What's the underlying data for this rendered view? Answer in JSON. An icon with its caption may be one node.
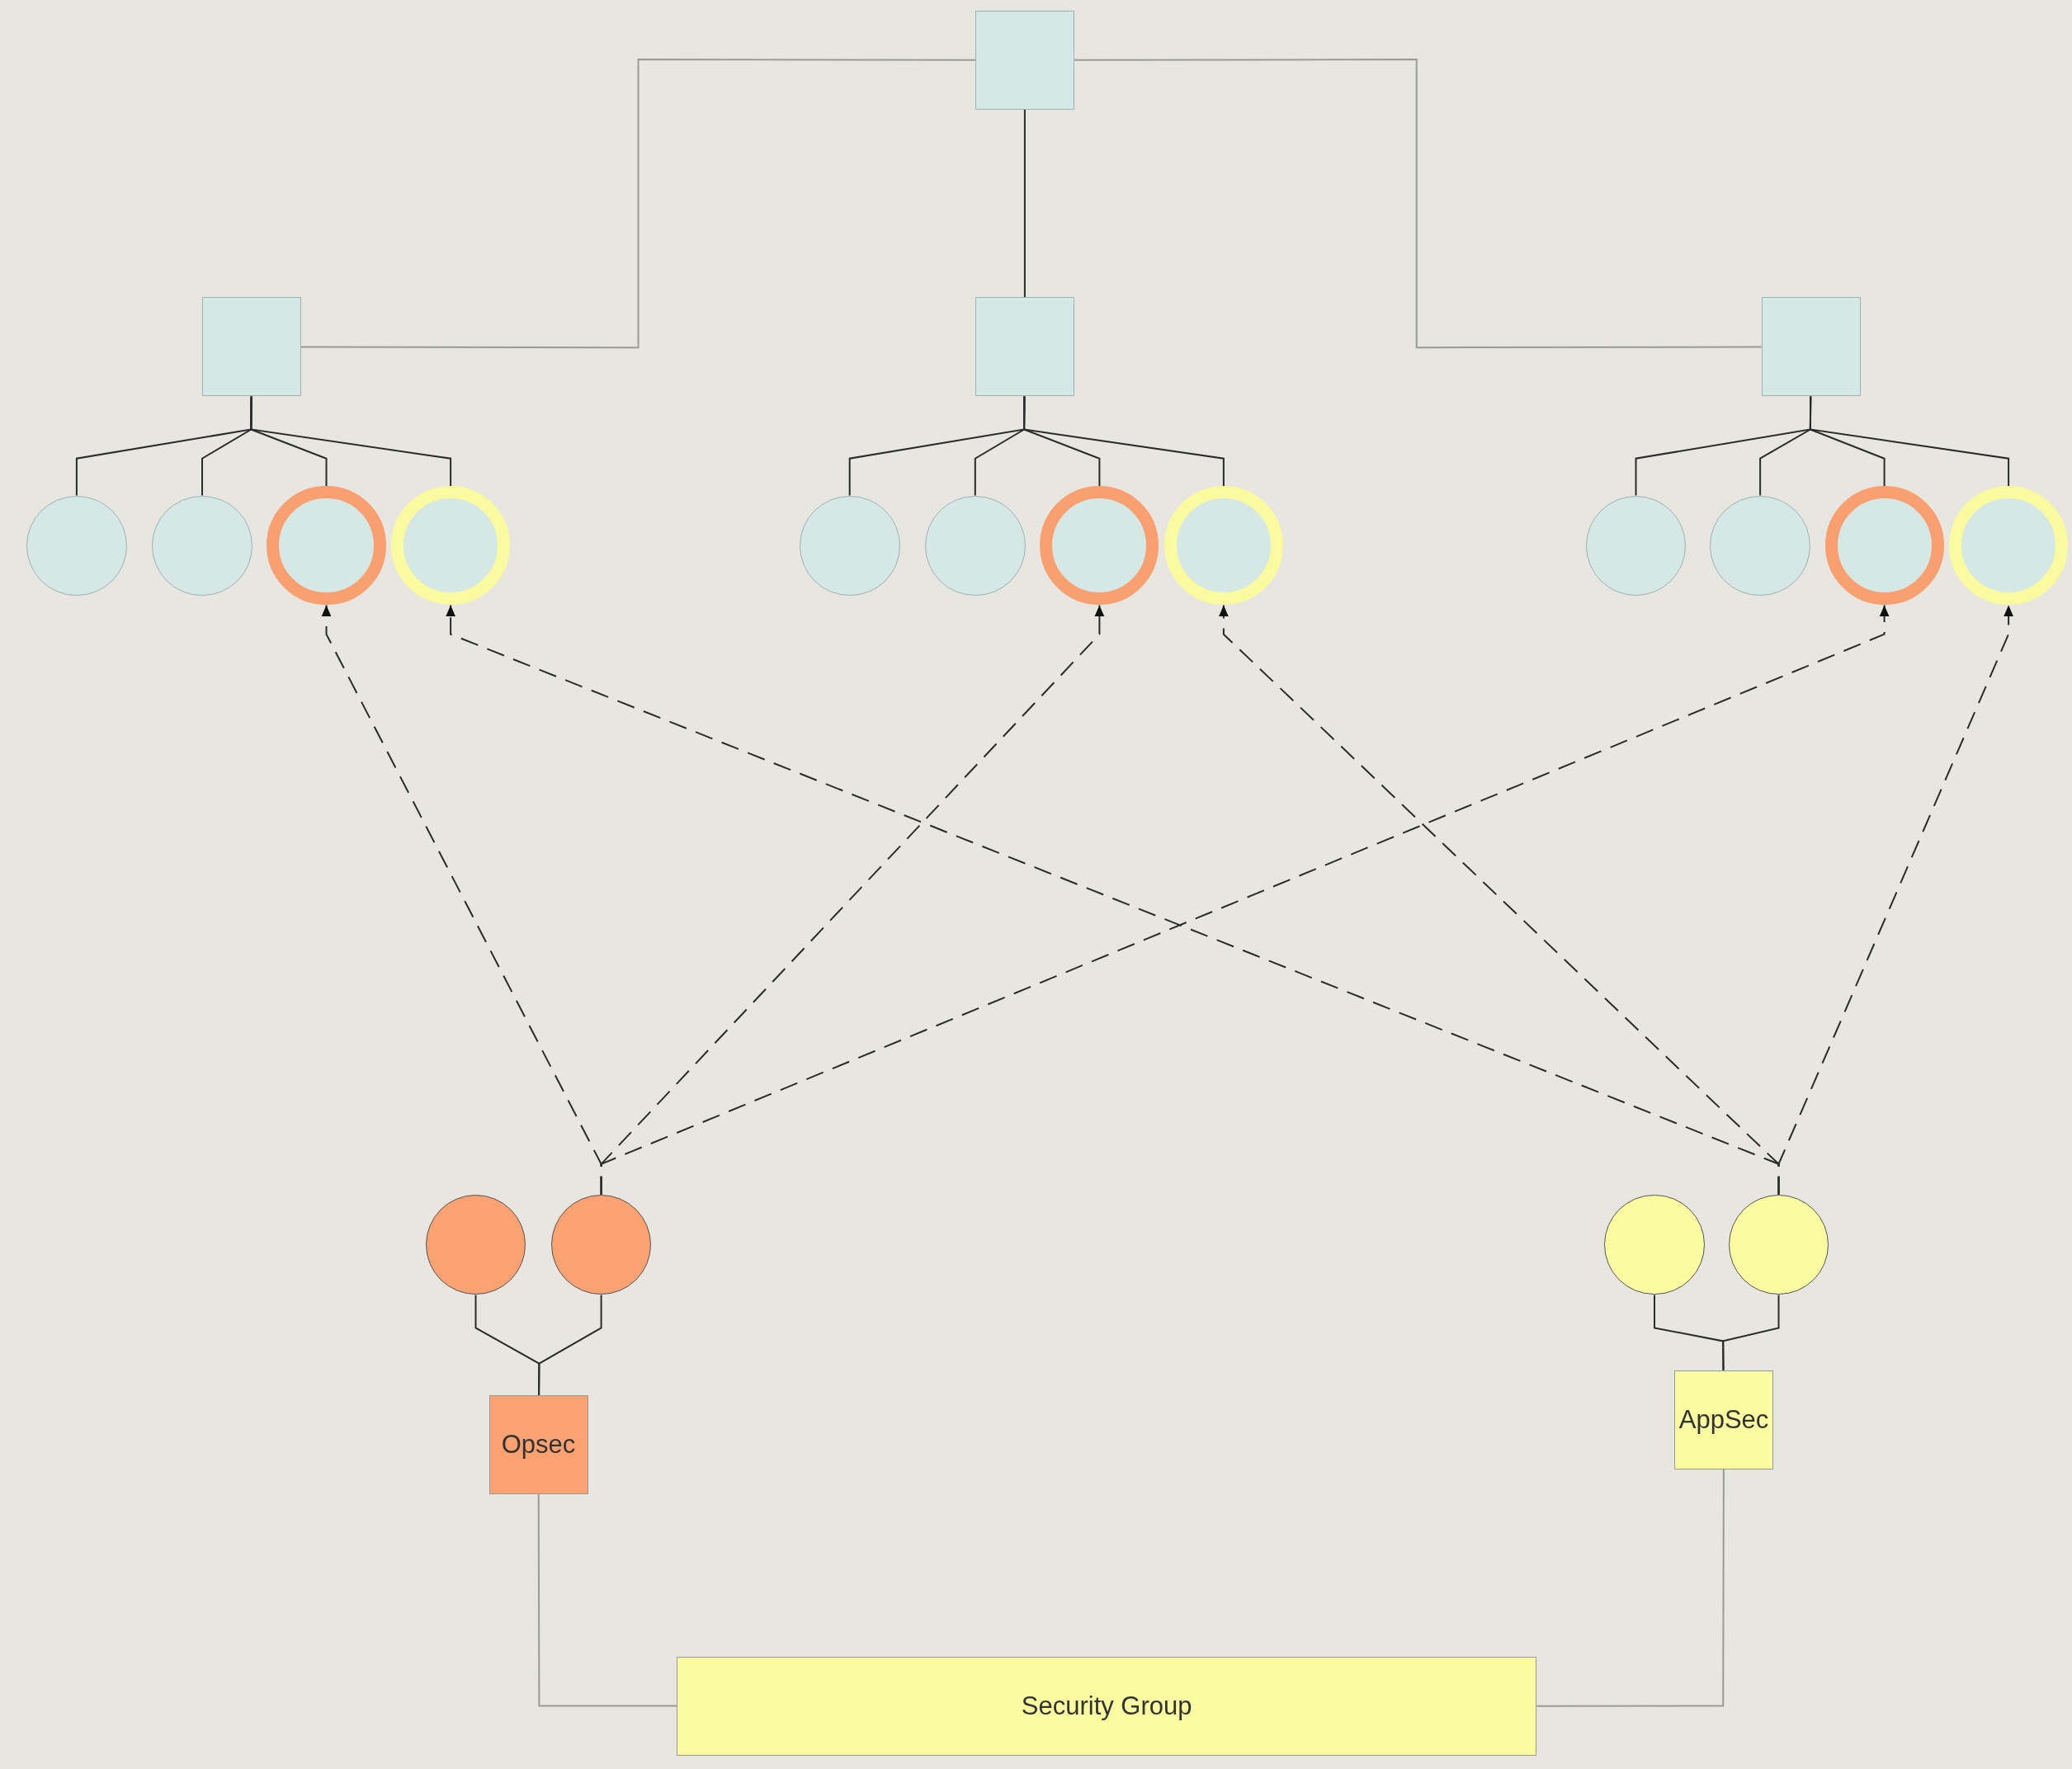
{
  "diagram": {
    "nodes": [
      {
        "text": [],
        "shape": "box"
      },
      {
        "text": [],
        "shape": "box"
      },
      {
        "text": [],
        "shape": "box"
      },
      {
        "text": [],
        "shape": "box"
      },
      {
        "text": [],
        "shape": "circle"
      },
      {
        "text": [],
        "shape": "circle"
      },
      {
        "text": [],
        "shape": "circle"
      },
      {
        "text": [],
        "shape": "circle"
      },
      {
        "text": [],
        "shape": "circle"
      },
      {
        "text": [],
        "shape": "circle"
      },
      {
        "text": [],
        "shape": "circle"
      },
      {
        "text": [],
        "shape": "circle"
      },
      {
        "text": [],
        "shape": "circle"
      },
      {
        "text": [],
        "shape": "circle"
      },
      {
        "text": [],
        "shape": "circle"
      },
      {
        "text": [],
        "shape": "circle"
      },
      {
        "text": [],
        "shape": "circle"
      },
      {
        "text": [],
        "shape": "circle"
      },
      {
        "text": [],
        "shape": "circle"
      },
      {
        "text": [],
        "shape": "circle"
      },
      {
        "text": [
          "Opsec"
        ]
      },
      {
        "text": [
          "AppSec"
        ]
      },
      {
        "text": [
          "Security Group"
        ]
      }
    ],
    "edges": [
      {
        "from": 0,
        "to": 1,
        "arrow": "none",
        "color": "#9a9a9a"
      },
      {
        "from": 0,
        "to": 2,
        "arrow": "none"
      },
      {
        "from": 0,
        "to": 3,
        "arrow": "none",
        "color": "#9a9a9a"
      },
      {
        "from": 1,
        "to": 4,
        "arrow": "none"
      },
      {
        "from": 1,
        "to": 5,
        "arrow": "none"
      },
      {
        "from": 1,
        "to": 6,
        "arrow": "none"
      },
      {
        "from": 1,
        "to": 7,
        "arrow": "none"
      },
      {
        "from": 2,
        "to": 8,
        "arrow": "none"
      },
      {
        "from": 2,
        "to": 9,
        "arrow": "none"
      },
      {
        "from": 2,
        "to": 10,
        "arrow": "none"
      },
      {
        "from": 2,
        "to": 11,
        "arrow": "none"
      },
      {
        "from": 3,
        "to": 12,
        "arrow": "none"
      },
      {
        "from": 3,
        "to": 13,
        "arrow": "none"
      },
      {
        "from": 3,
        "to": 14,
        "arrow": "none"
      },
      {
        "from": 3,
        "to": 15,
        "arrow": "none"
      },
      {
        "from": 17,
        "to": 6,
        "arrow": "to",
        "style": "dashed"
      },
      {
        "from": 17,
        "to": 10,
        "arrow": "to",
        "style": "dashed"
      },
      {
        "from": 17,
        "to": 14,
        "arrow": "to",
        "style": "dashed"
      },
      {
        "from": 19,
        "to": 7,
        "arrow": "to",
        "style": "dashed"
      },
      {
        "from": 19,
        "to": 11,
        "arrow": "to",
        "style": "dashed"
      },
      {
        "from": 19,
        "to": 15,
        "arrow": "to",
        "style": "dashed"
      },
      {
        "from": 16,
        "to": 20,
        "arrow": "none"
      },
      {
        "from": 17,
        "to": 20,
        "arrow": "none"
      },
      {
        "from": 18,
        "to": 21,
        "arrow": "none"
      },
      {
        "from": 19,
        "to": 21,
        "arrow": "none"
      },
      {
        "from": 20,
        "to": 22,
        "arrow": "none",
        "color": "#9a9a9a"
      },
      {
        "from": 21,
        "to": 22,
        "arrow": "none",
        "color": "#9a9a9a"
      }
    ]
  }
}
